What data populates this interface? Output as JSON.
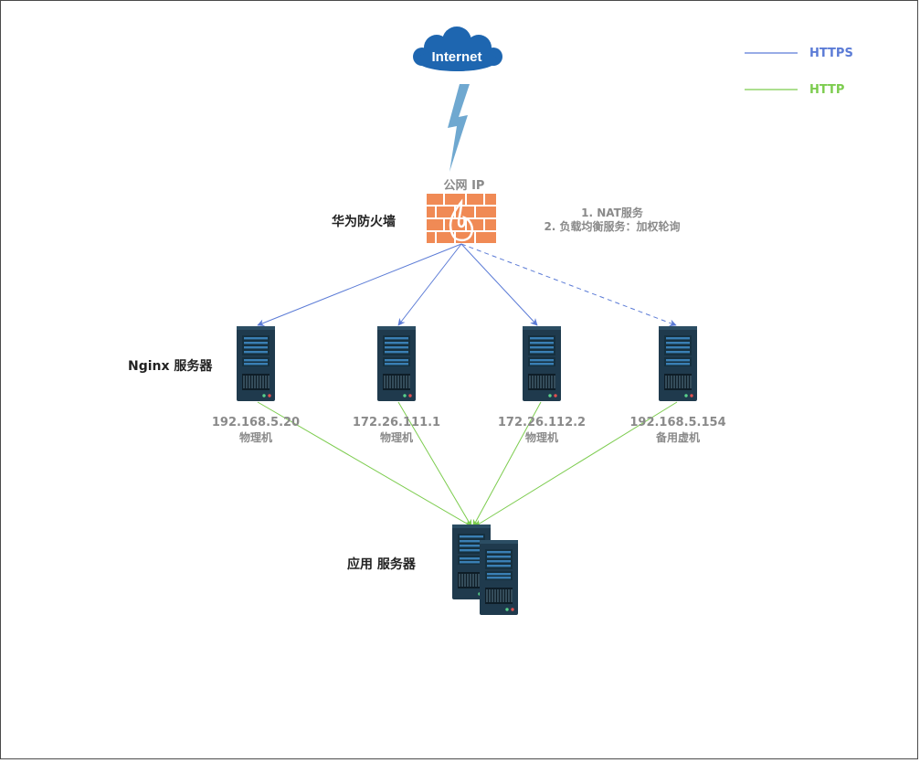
{
  "legend": [
    {
      "label": "HTTPS",
      "color": "#5b7bd6"
    },
    {
      "label": "HTTP",
      "color": "#7ccc4e"
    }
  ],
  "internet": {
    "label": "Internet"
  },
  "firewall": {
    "title": "华为防火墙",
    "ip_label": "公网 IP",
    "notes": [
      "1. NAT服务",
      "2. 负载均衡服务：加权轮询"
    ],
    "color": "#f08a55"
  },
  "nginx": {
    "group_label": "Nginx 服务器",
    "servers": [
      {
        "ip": "192.168.5.20",
        "type": "物理机",
        "link": "https-solid"
      },
      {
        "ip": "172.26.111.1",
        "type": "物理机",
        "link": "https-solid"
      },
      {
        "ip": "172.26.112.2",
        "type": "物理机",
        "link": "https-solid"
      },
      {
        "ip": "192.168.5.154",
        "type": "备用虚机",
        "link": "https-dashed"
      }
    ]
  },
  "app": {
    "group_label": "应用 服务器"
  }
}
